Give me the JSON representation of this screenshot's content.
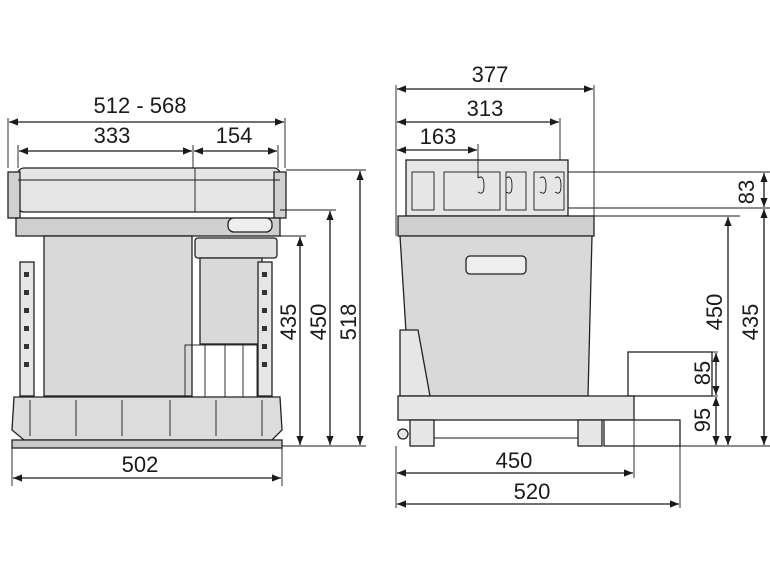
{
  "front_view": {
    "overall_width": "512 - 568",
    "left_bin_width": "333",
    "right_bin_width": "154",
    "base_width": "502",
    "height_inner": "435",
    "height_mid": "450",
    "height_total": "518"
  },
  "side_view": {
    "depth_top": "377",
    "depth_mid": "313",
    "depth_front": "163",
    "lid_height": "83",
    "height_mid": "450",
    "height_total": "435",
    "step_height": "85",
    "base_height": "95",
    "base_depth": "450",
    "total_depth": "520"
  },
  "colors": {
    "bin_fill": "#d9d9d9",
    "frame_fill": "#e6e6e6",
    "line": "#1a1a1a"
  }
}
